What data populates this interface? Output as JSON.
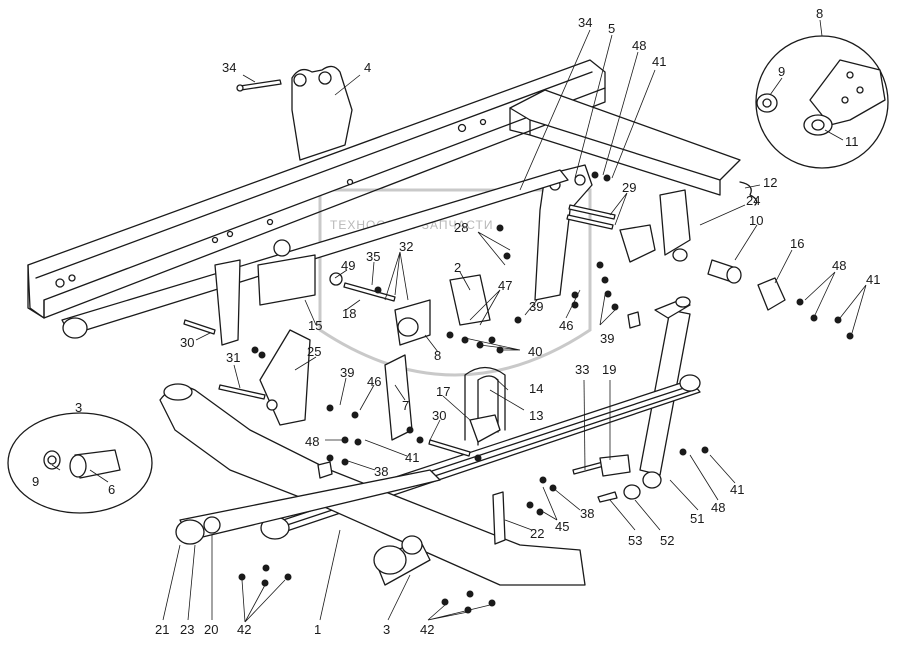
{
  "watermark": "ТЕХНОСОЮЗ ЗАПЧАСТИ",
  "callouts": {
    "c34a": "34",
    "c4": "4",
    "c34b": "34",
    "c5": "5",
    "c48a": "48",
    "c41a": "41",
    "c8a": "8",
    "c9a": "9",
    "c11": "11",
    "c12": "12",
    "c29": "29",
    "c24": "24",
    "c10": "10",
    "c16": "16",
    "c48b": "48",
    "c41b": "41",
    "c28": "28",
    "c32": "32",
    "c49": "49",
    "c35": "35",
    "c2": "2",
    "c47": "47",
    "c39a": "39",
    "c46a": "46",
    "c39b": "39",
    "c30a": "30",
    "c15": "15",
    "c18": "18",
    "c8b": "8",
    "c40": "40",
    "c31": "31",
    "c25": "25",
    "c39c": "39",
    "c46b": "46",
    "c7": "7",
    "c17": "17",
    "c14": "14",
    "c13": "13",
    "c33": "33",
    "c19": "19",
    "c30b": "30",
    "c48c": "48",
    "c41c": "41",
    "c38a": "38",
    "c3a": "3",
    "c9b": "9",
    "c6": "6",
    "c45": "45",
    "c38b": "38",
    "c22": "22",
    "c53": "53",
    "c52": "52",
    "c51": "51",
    "c48d": "48",
    "c41d": "41",
    "c21": "21",
    "c23": "23",
    "c20": "20",
    "c42a": "42",
    "c1": "1",
    "c3b": "3",
    "c42b": "42"
  }
}
